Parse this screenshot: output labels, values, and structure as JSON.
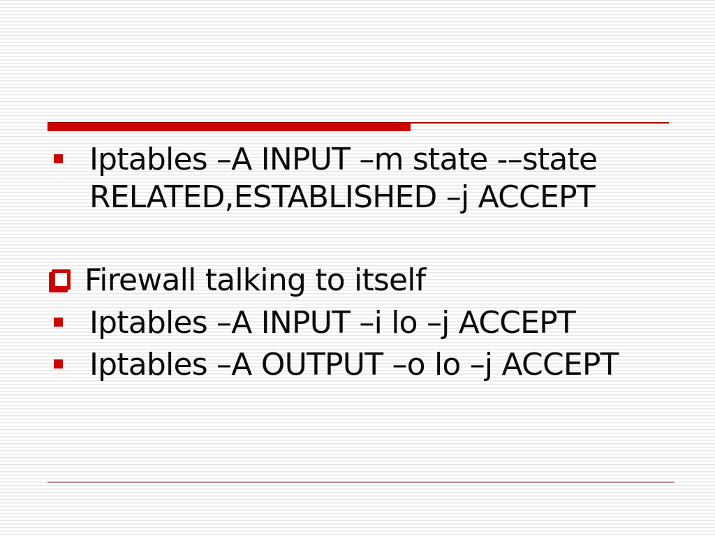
{
  "slide": {
    "accent_color": "#cc0303",
    "text_color": "#0b0b0b",
    "footer_rule_color": "#b08e91",
    "items": [
      {
        "level": 2,
        "bullet_icon": "filled-square-bullet",
        "lines": [
          "Iptables –A INPUT –m state -–state",
          "RELATED,ESTABLISHED –j ACCEPT"
        ]
      },
      {
        "level": 1,
        "bullet_icon": "shadowed-open-square-bullet",
        "lines": [
          "Firewall talking to itself"
        ]
      },
      {
        "level": 2,
        "bullet_icon": "filled-square-bullet",
        "lines": [
          "Iptables –A INPUT –i lo –j ACCEPT"
        ]
      },
      {
        "level": 2,
        "bullet_icon": "filled-square-bullet",
        "lines": [
          "Iptables –A OUTPUT –o lo –j ACCEPT"
        ]
      }
    ]
  }
}
